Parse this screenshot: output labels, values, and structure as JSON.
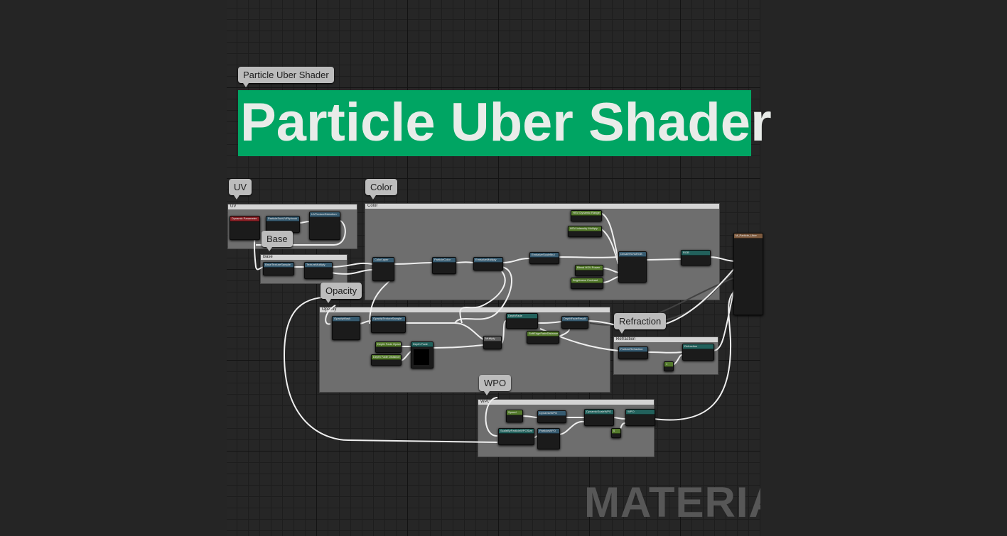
{
  "title": {
    "bubble": "Particle Uber Shader",
    "banner": "Particle Uber Shader",
    "banner_color": "#00a563"
  },
  "watermark": "MATERIAL",
  "groups": {
    "uv": {
      "label": "UV",
      "header": "UV"
    },
    "base": {
      "label": "Base",
      "header": "Base"
    },
    "color": {
      "label": "Color",
      "header": "Color"
    },
    "opacity": {
      "label": "Opacity",
      "header": "Opacity"
    },
    "refraction": {
      "label": "Refraction",
      "header": "Refraction"
    },
    "wpo": {
      "label": "WPO",
      "header": "WPO"
    }
  },
  "nodes": {
    "dynamic_parameter": "Dynamic Parameter",
    "flipbook_uv": "ParticleSubUVFlipbook",
    "uv_texture_distortion": "UVTextureDistortion",
    "base_texture_sample": "BaseTextureSample",
    "texture_multiply": "TextureMultiply",
    "color_layer": "ColorLayer",
    "vertex_color": "ParticleColor",
    "emissive_multiply": "EmissiveMultiply",
    "emissive_scale_mul": "EmissiveScaleMul",
    "hsv_dynamic_range": "HSV Dynamic Range",
    "hsv_intensity_multiply": "HSV Intensity Multiply",
    "desat_hsv": "DesatHSVtoRGB",
    "rgb_output": "RGB",
    "blend_hsv_power": "Blend HSV Power",
    "brightness_contrast": "Brightness Contrast",
    "opacity_mask": "OpacityMask",
    "opacity_texture_sample": "OpacityTextureSample",
    "depth_fade": "DepthFade",
    "depth_fade_result": "DepthFadeResult",
    "depth_fade_opacity": "Depth Fade Opacity",
    "depth_fade_distance": "Depth Fade Distance",
    "depth_fade_node": "Depth Fade",
    "opacity_multiply": "Multiply",
    "soft_edge_fade": "SoftEdgeFadeDistance",
    "particle_refraction": "ParticleRefraction",
    "refraction_out": "Refraction",
    "refraction_const": "1",
    "speed": "Speed",
    "dynamic_wpo": "DynamicWPO",
    "dynamic_scale_wpo": "DynamicScaleWPO",
    "wpo_out": "WPO",
    "scale_by_particle_size": "ScaleByParticleWPOSize",
    "particle_wpo": "ParticleWPO",
    "wpo_const": "0",
    "result": "M_Particle_Uber"
  }
}
